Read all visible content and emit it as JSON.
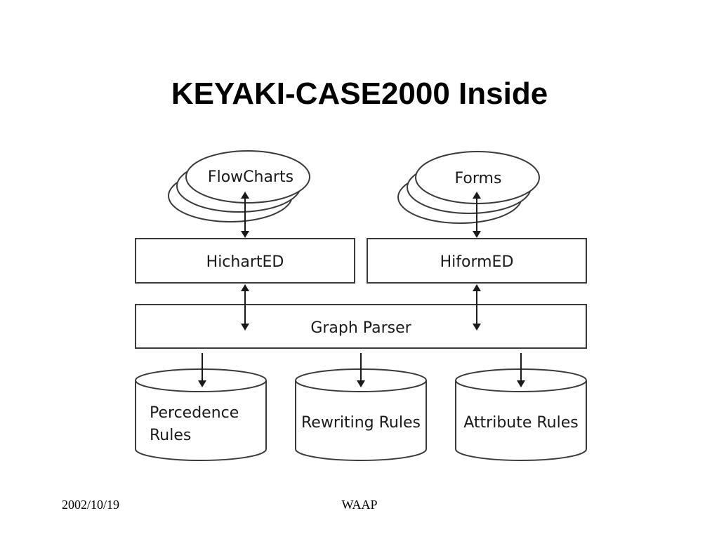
{
  "slide": {
    "title": "KEYAKI-CASE2000 Inside"
  },
  "diagram": {
    "documents": {
      "flowcharts": "FlowCharts",
      "forms": "Forms"
    },
    "editors": {
      "hichart": "HichartED",
      "hiform": "HiformED"
    },
    "parser": "Graph Parser",
    "rule_stores": {
      "precedence_line1": "Percedence",
      "precedence_line2": "Rules",
      "rewriting": "Rewriting Rules",
      "attribute": "Attribute Rules"
    },
    "colors": {
      "stroke": "#3a3a3a",
      "fill": "#ffffff"
    }
  },
  "footer": {
    "date": "2002/10/19",
    "center": "WAAP"
  }
}
